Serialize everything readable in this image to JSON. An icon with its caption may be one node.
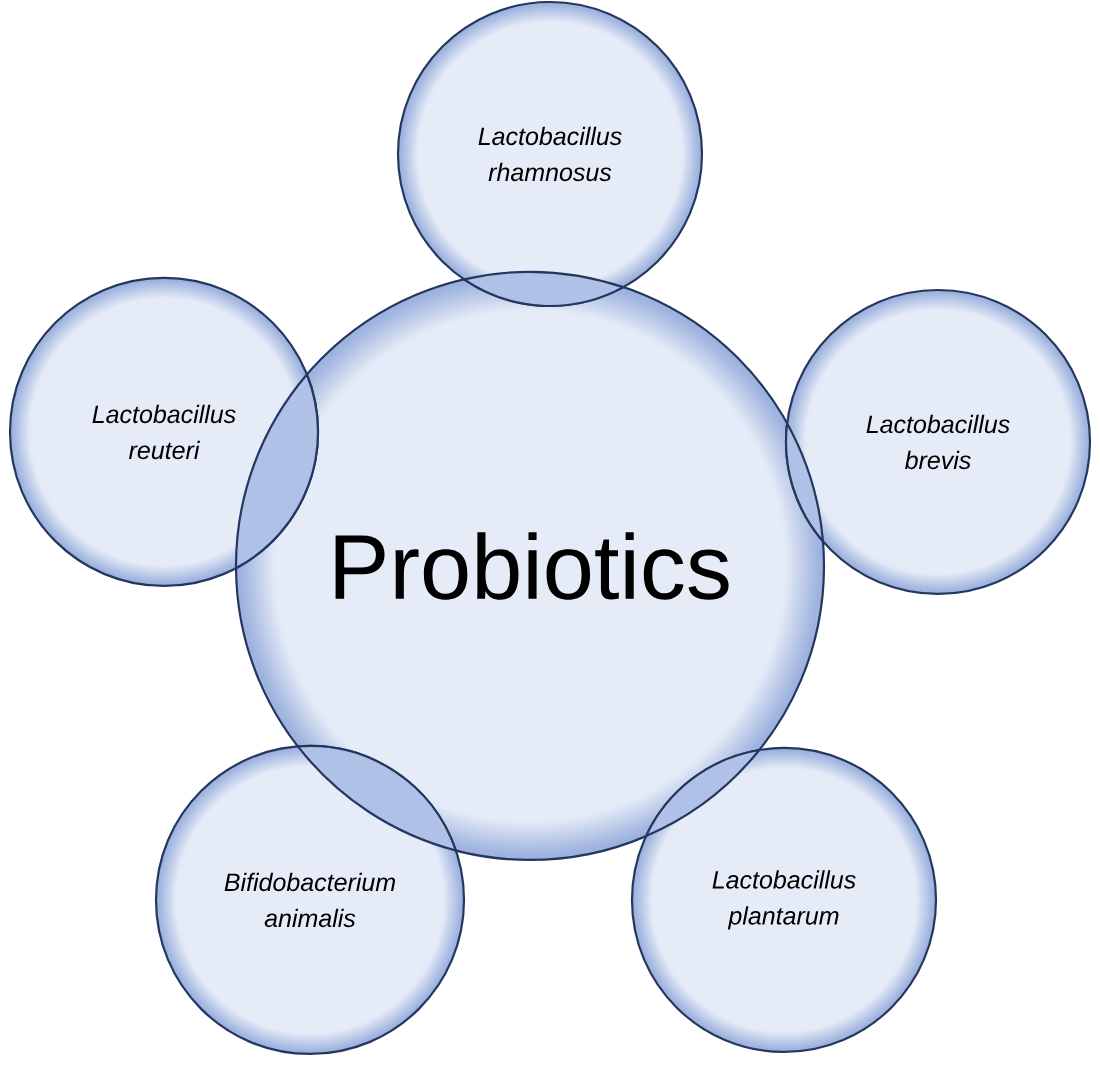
{
  "diagram": {
    "nodes": [
      {
        "text": [
          "Lactobacillus rhamnosus"
        ]
      },
      {
        "text": [
          "Lactobacillus reuteri"
        ]
      },
      {
        "text": [
          "Lactobacillus brevis"
        ]
      },
      {
        "text": [
          "Probiotics"
        ]
      },
      {
        "text": [
          "Bifidobacterium animalis"
        ]
      },
      {
        "text": [
          "Lactobacillus plantarum"
        ]
      }
    ]
  }
}
